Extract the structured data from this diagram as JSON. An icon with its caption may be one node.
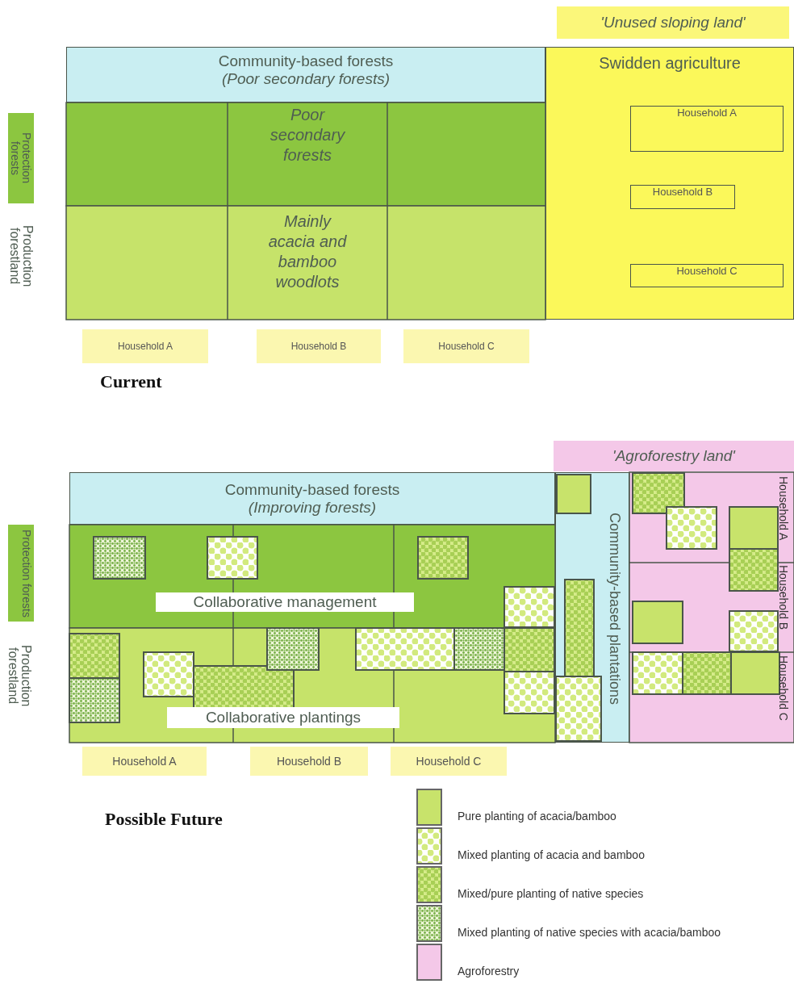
{
  "diagram": {
    "nodes": [
      {
        "text": [
          "'Unused sloping land'"
        ]
      },
      {
        "text": [
          "Community-based forests",
          "(Poor secondary forests)"
        ]
      },
      {
        "text": [
          "Swidden agriculture"
        ]
      },
      {
        "text": [
          "Household A"
        ],
        "in": 2
      },
      {
        "text": [
          "Household B"
        ],
        "in": 2
      },
      {
        "text": [
          "Household C"
        ],
        "in": 2
      },
      {
        "text": [
          "Protection forests"
        ]
      },
      {
        "text": [
          "Household A"
        ]
      },
      {
        "text": [
          "Household B"
        ]
      },
      {
        "text": [
          "Household C"
        ]
      },
      {
        "text": [
          "'Agroforestry land'"
        ]
      },
      {
        "text": [
          "Community-based forests",
          "(Improving forests)"
        ]
      },
      {
        "text": [
          "Protection forests"
        ]
      },
      {
        "text": [
          "Collaborative management"
        ]
      },
      {
        "text": [
          "Collaborative plantings"
        ]
      },
      {
        "text": [
          "Community-based plantations"
        ]
      },
      {
        "text": [
          "Household A"
        ]
      },
      {
        "text": [
          "Household B"
        ]
      },
      {
        "text": [
          "Household C"
        ]
      }
    ],
    "edges": [],
    "labels": [
      "Production forestland",
      "Poor secondary forests",
      "Mainly acacia and bamboo woodlots",
      "Current",
      "Production forestland",
      "Household A",
      "Household B",
      "Household C",
      "Possible Future"
    ],
    "legend": [
      {
        "text": "Pure planting of acacia/bamboo",
        "color": "#c8e36b"
      },
      {
        "text": "Mixed planting of acacia and bamboo"
      },
      {
        "text": "Mixed/pure planting of native species"
      },
      {
        "text": "Mixed planting of native species with acacia/bamboo"
      },
      {
        "text": "Agroforestry",
        "color": "#f4c8e8"
      }
    ]
  }
}
